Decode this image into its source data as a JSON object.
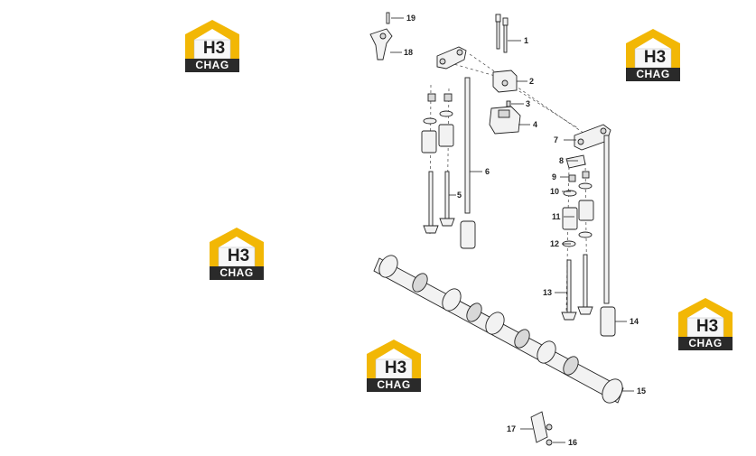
{
  "watermark": {
    "mark": "H3",
    "brand": "CHAG",
    "colors": {
      "roof": "#f2b705",
      "bar": "#2a2a2a"
    }
  },
  "callouts": [
    "1",
    "2",
    "3",
    "4",
    "5",
    "6",
    "7",
    "8",
    "9",
    "10",
    "11",
    "12",
    "13",
    "14",
    "15",
    "16",
    "17",
    "18",
    "19"
  ]
}
